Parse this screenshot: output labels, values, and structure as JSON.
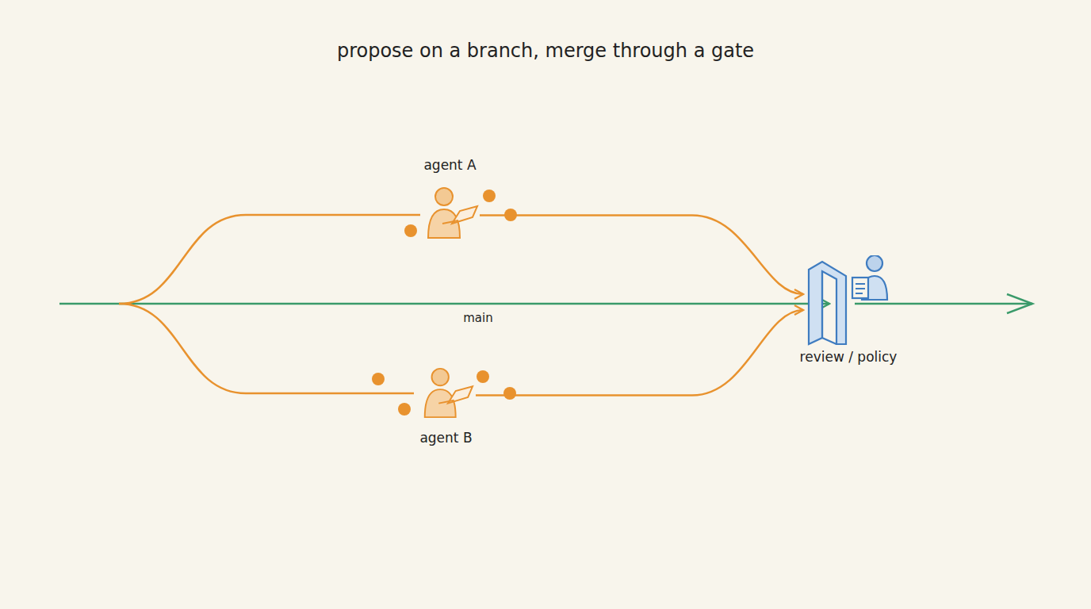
{
  "diagram": {
    "title": "propose on a branch, merge through a gate",
    "nodes": [
      {
        "text": [
          "agent A"
        ]
      },
      {
        "text": [
          "agent B"
        ]
      },
      {
        "text": [
          "review / policy"
        ]
      }
    ],
    "edges": [
      {
        "from": 0,
        "to": 2,
        "arrow": "to"
      },
      {
        "from": 1,
        "to": 2,
        "arrow": "to"
      }
    ],
    "labels": [
      "main"
    ]
  }
}
